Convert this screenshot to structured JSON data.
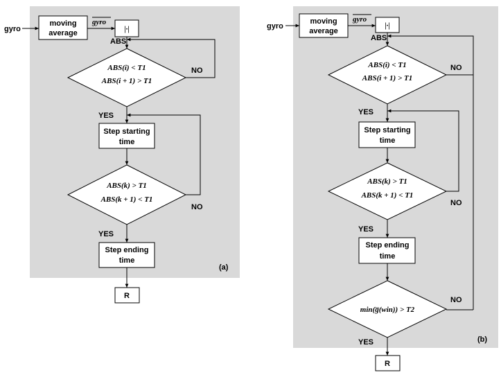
{
  "panel_a": {
    "tag": "(a)",
    "input": "gyro",
    "avg_line1": "moving",
    "avg_line2": "average",
    "gyro_bar": "gyro",
    "abs_box": "|·|",
    "abs_label": "ABS",
    "cond1_line1": "ABS(i) < T1",
    "cond1_line2": "ABS(i + 1) > T1",
    "no1": "NO",
    "yes1": "YES",
    "start_line1": "Step starting",
    "start_line2": "time",
    "cond2_line1": "ABS(k) > T1",
    "cond2_line2": "ABS(k + 1) < T1",
    "no2": "NO",
    "yes2": "YES",
    "end_line1": "Step ending",
    "end_line2": "time",
    "result": "R"
  },
  "panel_b": {
    "tag": "(b)",
    "input": "gyro",
    "avg_line1": "moving",
    "avg_line2": "average",
    "gyro_bar": "gyro",
    "abs_box": "|·|",
    "abs_label": "ABS",
    "cond1_line1": "ABS(i) < T1",
    "cond1_line2": "ABS(i + 1) > T1",
    "no1": "NO",
    "yes1": "YES",
    "start_line1": "Step starting",
    "start_line2": "time",
    "cond2_line1": "ABS(k) > T1",
    "cond2_line2": "ABS(k + 1) < T1",
    "no2": "NO",
    "yes2": "YES",
    "end_line1": "Step ending",
    "end_line2": "time",
    "cond3": "min(g̅(win)) > T2",
    "no3": "NO",
    "yes3": "YES",
    "result": "R"
  }
}
